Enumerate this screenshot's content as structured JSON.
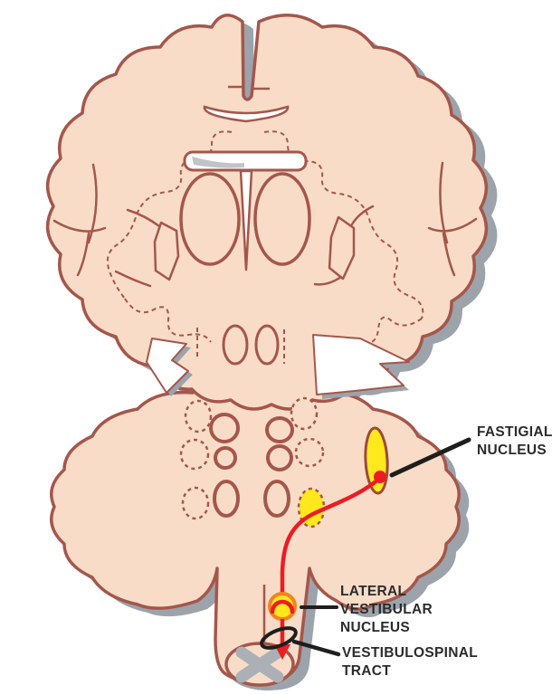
{
  "labels": {
    "fastigial": {
      "lines": [
        "FASTIGIAL",
        "NUCLEUS"
      ]
    },
    "lateral_vestibular": {
      "lines": [
        "LATERAL",
        "VESTIBULAR",
        "NUCLEUS"
      ]
    },
    "vestibulospinal": {
      "lines": [
        "VESTIBULOSPINAL",
        "TRACT"
      ]
    }
  },
  "palette": {
    "tissue": "#F9DCC7",
    "outline": "#A5564B",
    "shadow": "#9CA3AB",
    "highlight_yellow": "#FFE81C",
    "pathway_red": "#EC1C24",
    "synapse_ring_orange": "#F58220",
    "pointer_black": "#1E1E1E",
    "label_text": "#2B2B2B",
    "spinal_gray_matter": "#ABB0B6",
    "background": "#FFFFFF"
  },
  "highlights": {
    "fastigial_nucleus": {
      "fill": "#FFE81C",
      "marker": "red-dot"
    },
    "interposed_nucleus_dashed": {
      "fill": "#FFE81C",
      "style": "dashed-outline"
    },
    "lateral_vestibular_nucleus": {
      "fill": "#FFE81C",
      "marker": "red-loop"
    },
    "vestibulospinal_tract": {
      "color": "#EC1C24",
      "marker": "down-arrow"
    }
  }
}
